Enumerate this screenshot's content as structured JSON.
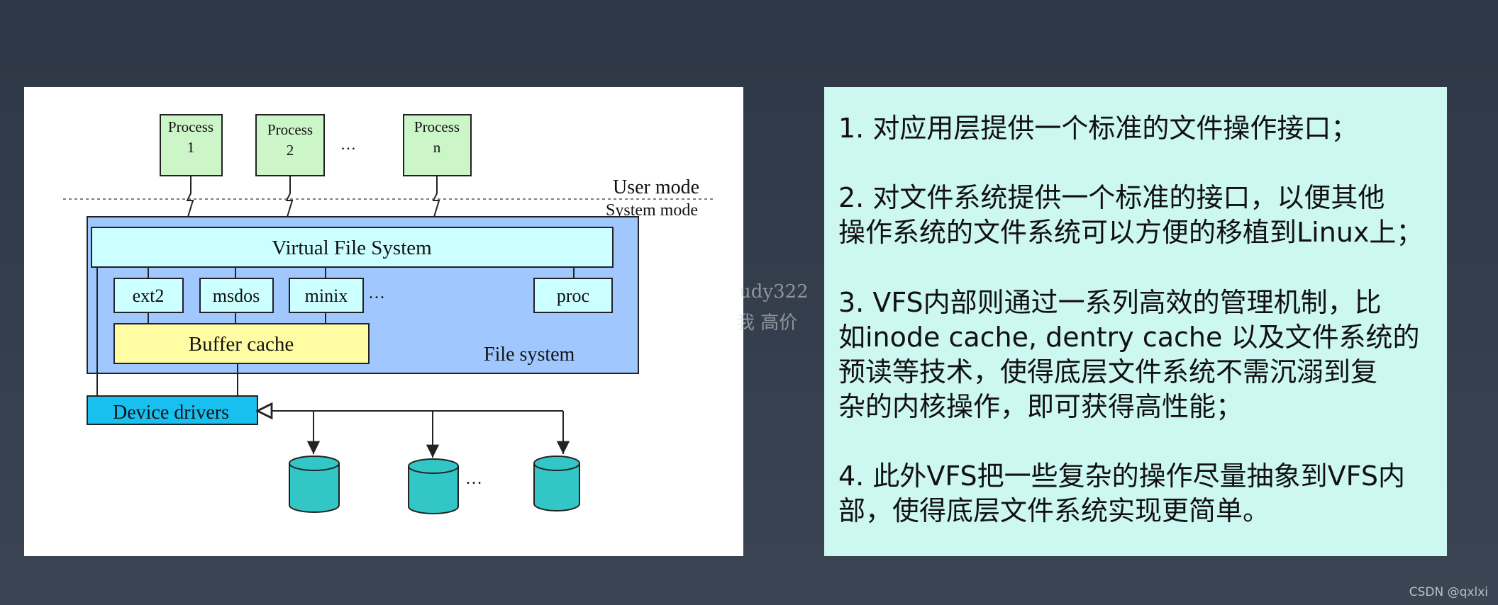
{
  "diagram": {
    "processes": [
      {
        "name": "Process",
        "num": "1"
      },
      {
        "name": "Process",
        "num": "2"
      },
      {
        "name": "Process",
        "num": "n"
      }
    ],
    "process_ellipsis": "…",
    "user_mode": "User mode",
    "system_mode": "System mode",
    "vfs": "Virtual File System",
    "filesystems": [
      "ext2",
      "msdos",
      "minix",
      "proc"
    ],
    "fs_ellipsis": "…",
    "buffer_cache": "Buffer cache",
    "file_system_label": "File system",
    "device_drivers": "Device drivers",
    "disk_ellipsis": "…",
    "colors": {
      "process_fill": "#ccf5c8",
      "vfs_fill": "#ccffff",
      "region_fill": "#a0c8ff",
      "buffer_fill": "#fffca3",
      "driver_fill": "#18c0f0",
      "disk_fill": "#33c6c6"
    }
  },
  "points": [
    [
      "1. 对应用层提供一个标准的文件操作接口；"
    ],
    [
      "2. 对文件系统提供一个标准的接口，以便其他",
      "操作系统的文件系统可以方便的移植到Linux上；"
    ],
    [
      "3. VFS内部则通过一系列高效的管理机制，比",
      "如inode cache, dentry cache 以及文件系统的",
      "预读等技术，使得底层文件系统不需沉溺到复",
      "杂的内核操作，即可获得高性能；"
    ],
    [
      "4. 此外VFS把一些复杂的操作尽量抽象到VFS内",
      "部，使得底层文件系统实现更简单。"
    ]
  ],
  "watermark": [
    "udy322",
    "我  高价"
  ],
  "credit": "CSDN @qxlxi"
}
